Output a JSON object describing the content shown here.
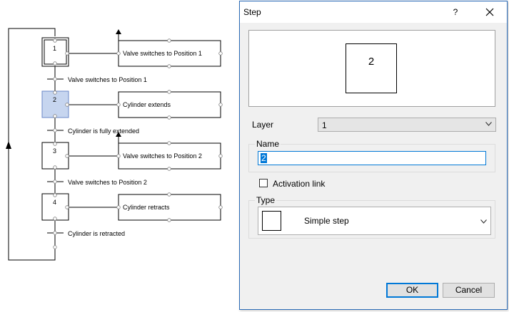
{
  "diagram": {
    "steps": [
      "1",
      "2",
      "3",
      "4"
    ],
    "actions": [
      "Valve switches to Position 1",
      "Cylinder extends",
      "Valve switches to Position 2",
      "Cylinder retracts"
    ],
    "transitions": [
      "Valve switches to Position 1",
      "Cylinder is fully extended",
      "Valve switches to Position 2",
      "Cylinder is retracted"
    ],
    "selected_step": "2",
    "selected_color": "#c6d5ef"
  },
  "dialog": {
    "title": "Step",
    "help_label": "?",
    "preview_number": "2",
    "layer_label": "Layer",
    "layer_value": "1",
    "name_label": "Name",
    "name_value": "2",
    "activation_label": "Activation link",
    "activation_checked": false,
    "type_label": "Type",
    "type_value": "Simple step",
    "ok_label": "OK",
    "cancel_label": "Cancel",
    "accent_color": "#0078d7"
  }
}
